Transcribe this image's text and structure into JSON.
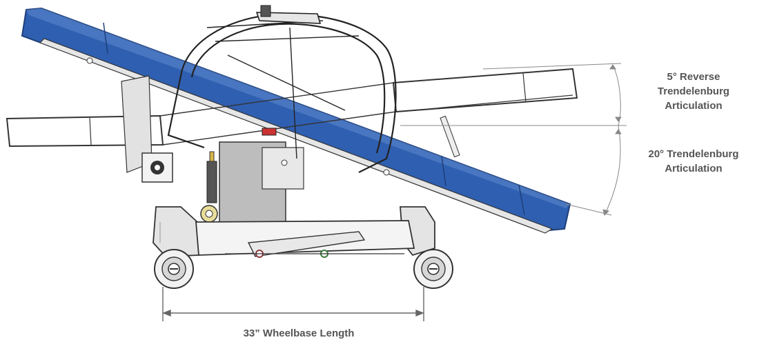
{
  "annotations": {
    "reverse_trendelenburg": [
      "5° Reverse",
      "Trendelenburg",
      "Articulation"
    ],
    "trendelenburg": [
      "20° Trendelenburg",
      "Articulation"
    ],
    "wheelbase": "33” Wheelbase Length"
  },
  "colors": {
    "mattress_blue": "#2f5fb0",
    "line_art": "#333333",
    "chassis_gray": "#d9d9d9",
    "label_gray": "#555555"
  }
}
